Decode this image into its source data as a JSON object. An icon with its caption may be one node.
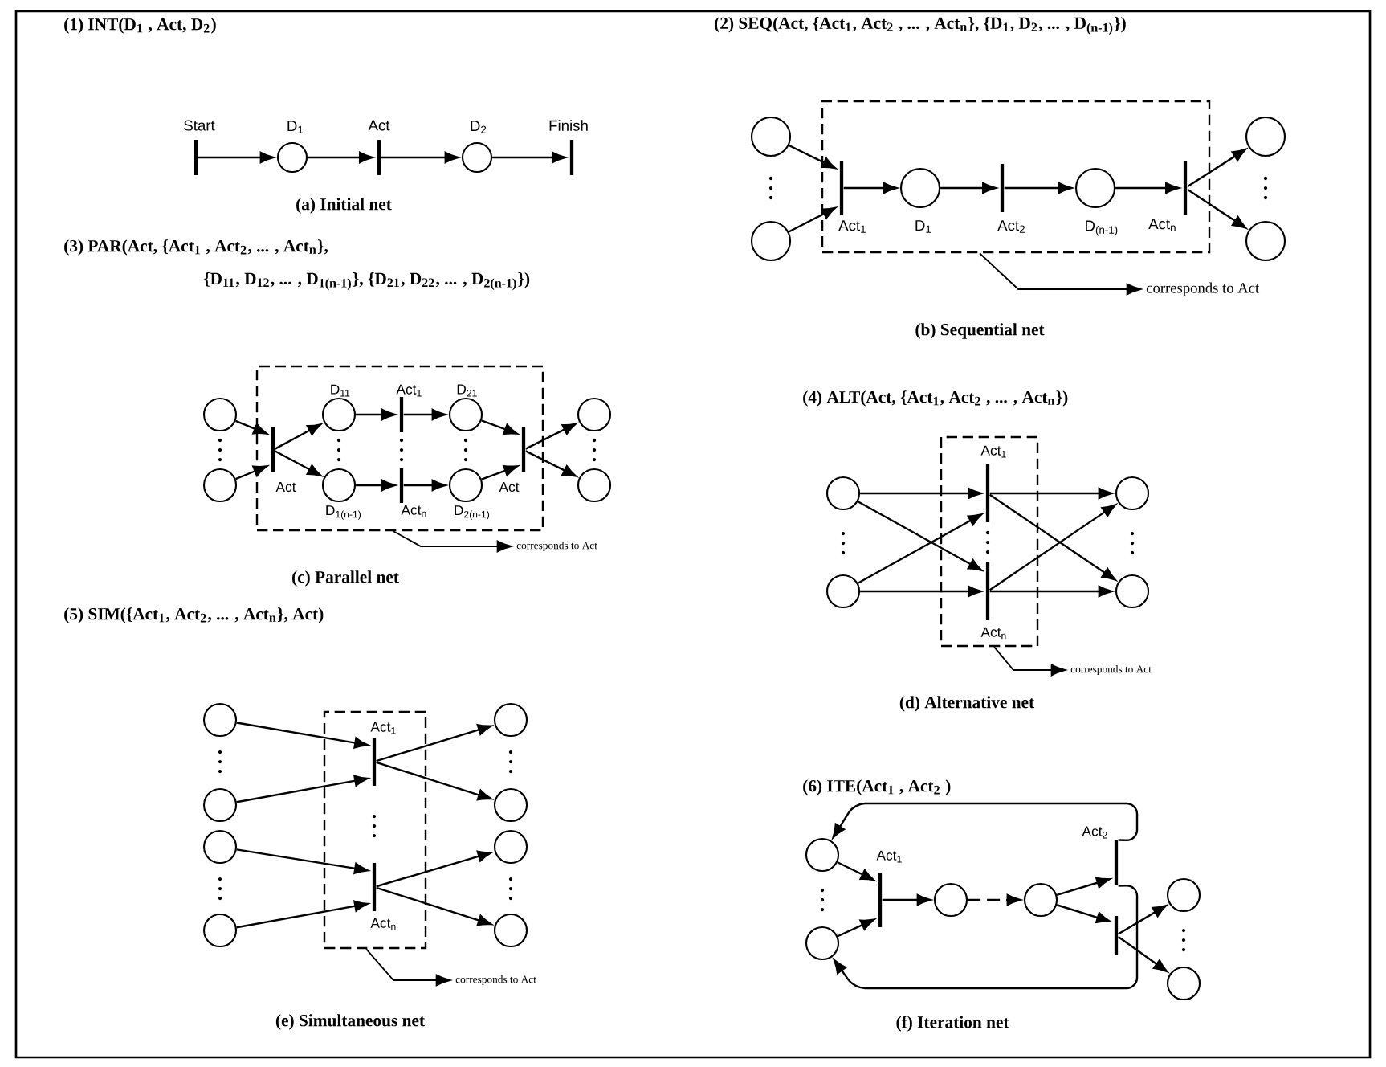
{
  "diagram": {
    "nodes": [
      {
        "text": [],
        "shape": "bar",
        "beside": [
          "Start"
        ]
      },
      {
        "text": [],
        "shape": "circle",
        "beside": [
          "D$_{1}$"
        ]
      },
      {
        "text": [],
        "shape": "bar",
        "beside": [
          "Act"
        ]
      },
      {
        "text": [],
        "shape": "circle",
        "beside": [
          "D$_{2}$"
        ]
      },
      {
        "text": [],
        "shape": "bar",
        "beside": [
          "Finish"
        ]
      },
      {
        "text": [],
        "shape": "box"
      },
      {
        "text": [],
        "shape": "circle"
      },
      {
        "text": [],
        "shape": "circle"
      },
      {
        "text": [],
        "shape": "bar",
        "beside": [
          "Act$_{1}$"
        ],
        "in": 5
      },
      {
        "text": [],
        "shape": "circle",
        "beside": [
          "D$_{1}$"
        ],
        "in": 5
      },
      {
        "text": [],
        "shape": "bar",
        "beside": [
          "Act$_{2}$"
        ],
        "in": 5
      },
      {
        "text": [],
        "shape": "circle",
        "beside": [
          "D$_{(n-1)}$"
        ],
        "in": 5
      },
      {
        "text": [],
        "shape": "bar",
        "beside": [
          "Act$_{n}$"
        ],
        "in": 5
      },
      {
        "text": [],
        "shape": "circle"
      },
      {
        "text": [],
        "shape": "circle"
      },
      {
        "text": [
          "corresponds to Act"
        ]
      },
      {
        "text": [],
        "shape": "box"
      },
      {
        "text": [],
        "shape": "circle"
      },
      {
        "text": [],
        "shape": "circle"
      },
      {
        "text": [],
        "shape": "bar",
        "beside": [
          "Act"
        ],
        "in": 16
      },
      {
        "text": [],
        "shape": "circle",
        "beside": [
          "D$_{11}$"
        ],
        "in": 16
      },
      {
        "text": [],
        "shape": "circle",
        "beside": [
          "D$_{1(n-1)}$"
        ],
        "in": 16
      },
      {
        "text": [],
        "shape": "bar",
        "beside": [
          "Act$_{1}$"
        ],
        "in": 16
      },
      {
        "text": [],
        "shape": "bar",
        "beside": [
          "Act$_{n}$"
        ],
        "in": 16
      },
      {
        "text": [],
        "shape": "circle",
        "beside": [
          "D$_{21}$"
        ],
        "in": 16
      },
      {
        "text": [],
        "shape": "circle",
        "beside": [
          "D$_{2(n-1)}$"
        ],
        "in": 16
      },
      {
        "text": [],
        "shape": "bar",
        "beside": [
          "Act"
        ],
        "in": 16
      },
      {
        "text": [],
        "shape": "circle"
      },
      {
        "text": [],
        "shape": "circle"
      },
      {
        "text": [
          "corresponds to Act"
        ]
      },
      {
        "text": [],
        "shape": "box"
      },
      {
        "text": [],
        "shape": "circle"
      },
      {
        "text": [],
        "shape": "circle"
      },
      {
        "text": [],
        "shape": "bar",
        "beside": [
          "Act$_{1}$"
        ],
        "in": 30
      },
      {
        "text": [],
        "shape": "bar",
        "beside": [
          "Act$_{n}$"
        ],
        "in": 30
      },
      {
        "text": [],
        "shape": "circle"
      },
      {
        "text": [],
        "shape": "circle"
      },
      {
        "text": [
          "corresponds to Act"
        ]
      },
      {
        "text": [],
        "shape": "box"
      },
      {
        "text": [],
        "shape": "circle"
      },
      {
        "text": [],
        "shape": "circle"
      },
      {
        "text": [],
        "shape": "circle"
      },
      {
        "text": [],
        "shape": "circle"
      },
      {
        "text": [],
        "shape": "bar",
        "beside": [
          "Act$_{1}$"
        ],
        "in": 38
      },
      {
        "text": [],
        "shape": "bar",
        "beside": [
          "Act$_{n}$"
        ],
        "in": 38
      },
      {
        "text": [],
        "shape": "circle"
      },
      {
        "text": [],
        "shape": "circle"
      },
      {
        "text": [],
        "shape": "circle"
      },
      {
        "text": [],
        "shape": "circle"
      },
      {
        "text": [
          "corresponds to Act"
        ]
      },
      {
        "text": [],
        "shape": "circle"
      },
      {
        "text": [],
        "shape": "circle"
      },
      {
        "text": [],
        "shape": "bar",
        "beside": [
          "Act$_{1}$"
        ]
      },
      {
        "text": [],
        "shape": "circle"
      },
      {
        "text": [],
        "shape": "circle"
      },
      {
        "text": [],
        "shape": "bar",
        "beside": [
          "Act$_{2}$"
        ]
      },
      {
        "text": [],
        "shape": "bar"
      },
      {
        "text": [],
        "shape": "circle"
      },
      {
        "text": [],
        "shape": "circle"
      }
    ],
    "edges": [
      {
        "from": 0,
        "to": 1,
        "arrow": "to"
      },
      {
        "from": 1,
        "to": 2,
        "arrow": "to"
      },
      {
        "from": 2,
        "to": 3,
        "arrow": "to"
      },
      {
        "from": 3,
        "to": 4,
        "arrow": "to"
      },
      {
        "from": 6,
        "to": 8,
        "arrow": "to"
      },
      {
        "from": 7,
        "to": 8,
        "arrow": "to"
      },
      {
        "from": 8,
        "to": 9,
        "arrow": "to"
      },
      {
        "from": 9,
        "to": 10,
        "arrow": "to"
      },
      {
        "from": 10,
        "to": 11,
        "arrow": "to"
      },
      {
        "from": 11,
        "to": 12,
        "arrow": "to"
      },
      {
        "from": 12,
        "to": 13,
        "arrow": "to"
      },
      {
        "from": 12,
        "to": 14,
        "arrow": "to"
      },
      {
        "from": 5,
        "to": 15,
        "arrow": "to"
      },
      {
        "from": 17,
        "to": 19,
        "arrow": "to"
      },
      {
        "from": 18,
        "to": 19,
        "arrow": "to"
      },
      {
        "from": 19,
        "to": 20,
        "arrow": "to"
      },
      {
        "from": 19,
        "to": 21,
        "arrow": "to"
      },
      {
        "from": 20,
        "to": 22,
        "arrow": "to"
      },
      {
        "from": 22,
        "to": 24,
        "arrow": "to"
      },
      {
        "from": 21,
        "to": 23,
        "arrow": "to"
      },
      {
        "from": 23,
        "to": 25,
        "arrow": "to"
      },
      {
        "from": 24,
        "to": 26,
        "arrow": "to"
      },
      {
        "from": 25,
        "to": 26,
        "arrow": "to"
      },
      {
        "from": 26,
        "to": 27,
        "arrow": "to"
      },
      {
        "from": 26,
        "to": 28,
        "arrow": "to"
      },
      {
        "from": 16,
        "to": 29,
        "arrow": "to"
      },
      {
        "from": 31,
        "to": 33,
        "arrow": "to"
      },
      {
        "from": 31,
        "to": 34,
        "arrow": "to"
      },
      {
        "from": 32,
        "to": 33,
        "arrow": "to"
      },
      {
        "from": 32,
        "to": 34,
        "arrow": "to"
      },
      {
        "from": 33,
        "to": 35,
        "arrow": "to"
      },
      {
        "from": 33,
        "to": 36,
        "arrow": "to"
      },
      {
        "from": 34,
        "to": 35,
        "arrow": "to"
      },
      {
        "from": 34,
        "to": 36,
        "arrow": "to"
      },
      {
        "from": 30,
        "to": 37,
        "arrow": "to"
      },
      {
        "from": 39,
        "to": 43,
        "arrow": "to"
      },
      {
        "from": 40,
        "to": 43,
        "arrow": "to"
      },
      {
        "from": 43,
        "to": 45,
        "arrow": "to"
      },
      {
        "from": 43,
        "to": 46,
        "arrow": "to"
      },
      {
        "from": 41,
        "to": 44,
        "arrow": "to"
      },
      {
        "from": 42,
        "to": 44,
        "arrow": "to"
      },
      {
        "from": 44,
        "to": 47,
        "arrow": "to"
      },
      {
        "from": 44,
        "to": 48,
        "arrow": "to"
      },
      {
        "from": 38,
        "to": 49,
        "arrow": "to"
      },
      {
        "from": 50,
        "to": 52,
        "arrow": "to"
      },
      {
        "from": 51,
        "to": 52,
        "arrow": "to"
      },
      {
        "from": 52,
        "to": 53,
        "arrow": "to"
      },
      {
        "from": 53,
        "to": 54,
        "arrow": "to",
        "style": "dashed"
      },
      {
        "from": 54,
        "to": 55,
        "arrow": "to"
      },
      {
        "from": 54,
        "to": 56,
        "arrow": "to"
      },
      {
        "from": 55,
        "to": 50,
        "arrow": "to"
      },
      {
        "from": 55,
        "to": 51,
        "arrow": "to"
      },
      {
        "from": 56,
        "to": 57,
        "arrow": "to"
      },
      {
        "from": 56,
        "to": 58,
        "arrow": "to"
      }
    ],
    "labels": [
      "(1)  INT(D$_{1}$ , Act, D$_{2}$)",
      "(a) Initial net",
      "(2)  SEQ(Act, {Act$_{1}$, Act$_{2}$ , ... , Act$_{n}$}, {D$_{1}$, D$_{2}$, ... , D$_{(n-1)}$})",
      "(b) Sequential net",
      "(3)  PAR(Act, {Act$_{1}$ , Act$_{2}$, ... , Act$_{n}$},",
      "{D$_{11}$, D$_{12}$, ... , D$_{1(n-1)}$}, {D$_{21}$, D$_{22}$, ... , D$_{2(n-1)}$})",
      "(c) Parallel net",
      "(4)  ALT(Act, {Act$_{1}$, Act$_{2}$ , ... , Act$_{n}$})",
      "(d) Alternative net",
      "(5)  SIM({Act$_{1}$, Act$_{2}$, ... , Act$_{n}$}, Act)",
      "(e) Simultaneous net",
      "(6)  ITE(Act$_{1}$ , Act$_{2}$ )",
      "(f) Iteration net"
    ]
  }
}
